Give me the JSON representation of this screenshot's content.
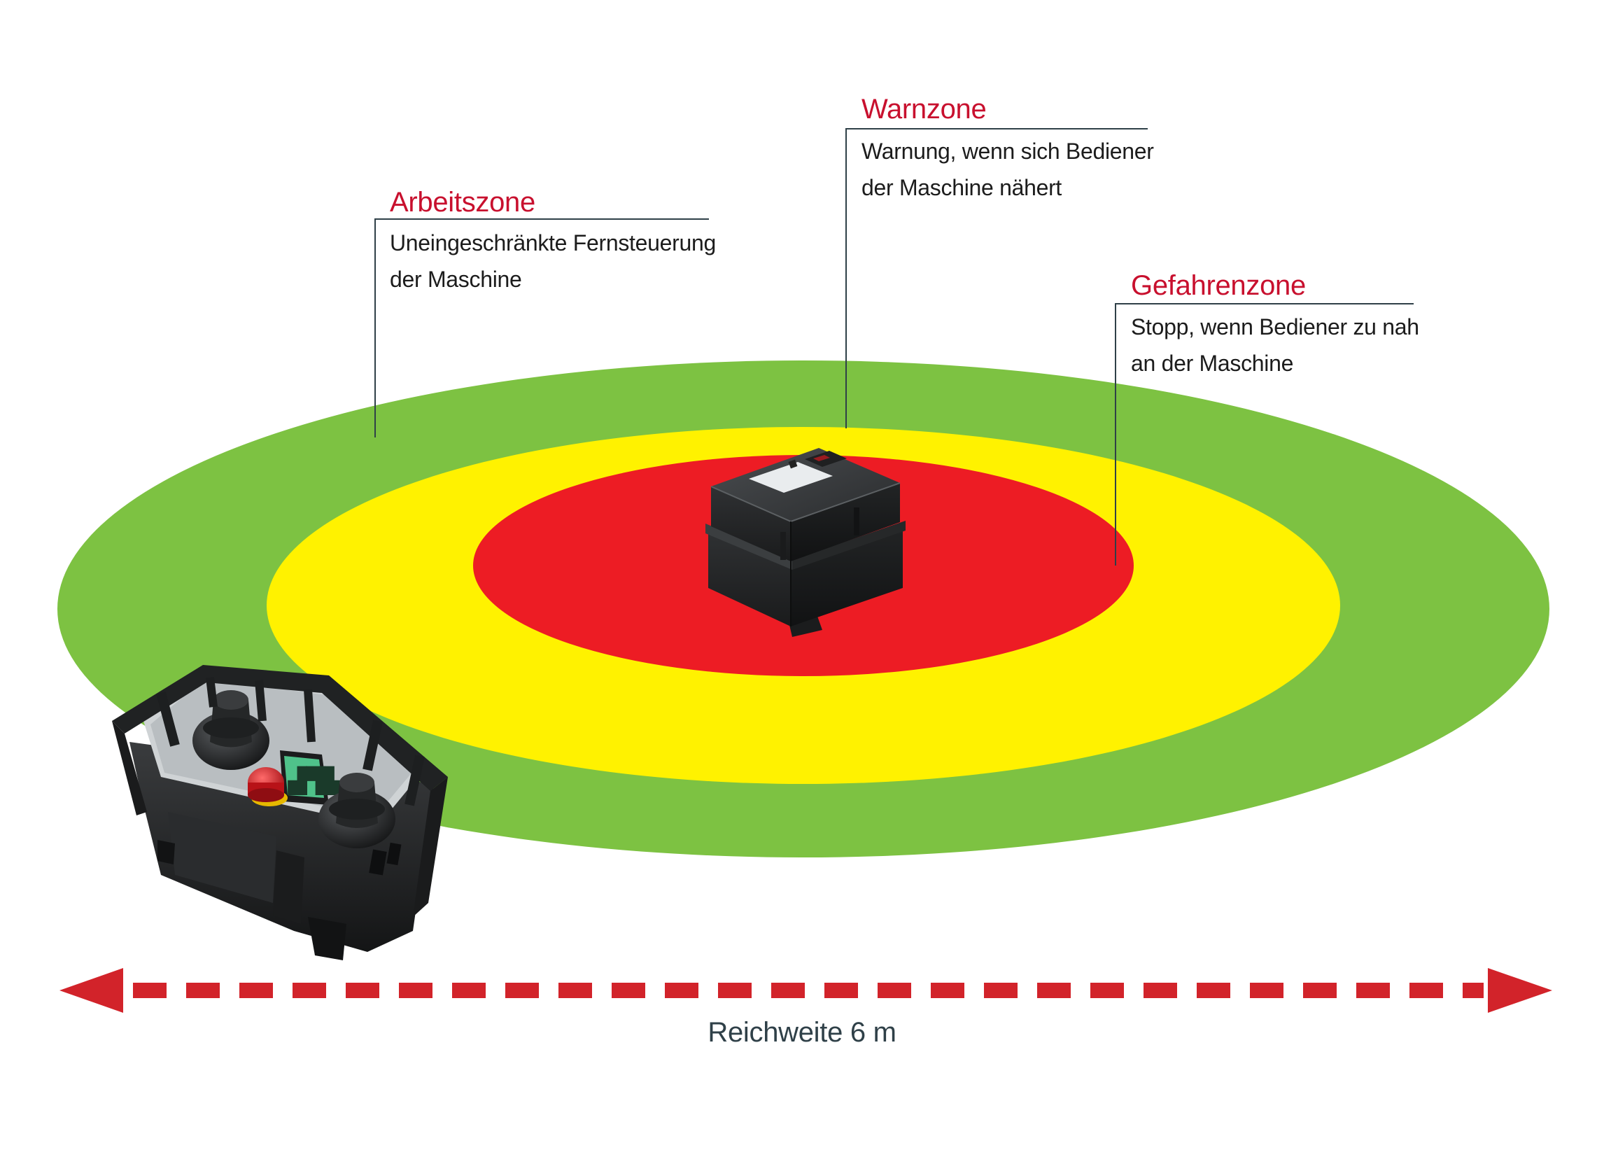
{
  "colors": {
    "outer_zone": "#7dc242",
    "middle_zone": "#fff200",
    "inner_zone": "#ed1c24",
    "zone_title": "#c8102e",
    "leader_line": "#2f4048",
    "range_arrow": "#d2232a",
    "range_label": "#2f4048"
  },
  "zones": {
    "work": {
      "title": "Arbeitszone",
      "desc_line1": "Uneingeschränkte Fernsteuerung",
      "desc_line2": "der Maschine"
    },
    "warn": {
      "title": "Warnzone",
      "desc_line1": "Warnung, wenn sich Bediener",
      "desc_line2": "der Maschine nähert"
    },
    "danger": {
      "title": "Gefahrenzone",
      "desc_line1": "Stopp, wenn Bediener zu nah",
      "desc_line2": "an der Maschine"
    }
  },
  "range": {
    "label": "Reichweite 6 m"
  },
  "icons": {
    "machine": "receiver-box-icon",
    "transmitter": "remote-control-transmitter-icon",
    "arrow": "double-headed-dashed-arrow-icon"
  }
}
